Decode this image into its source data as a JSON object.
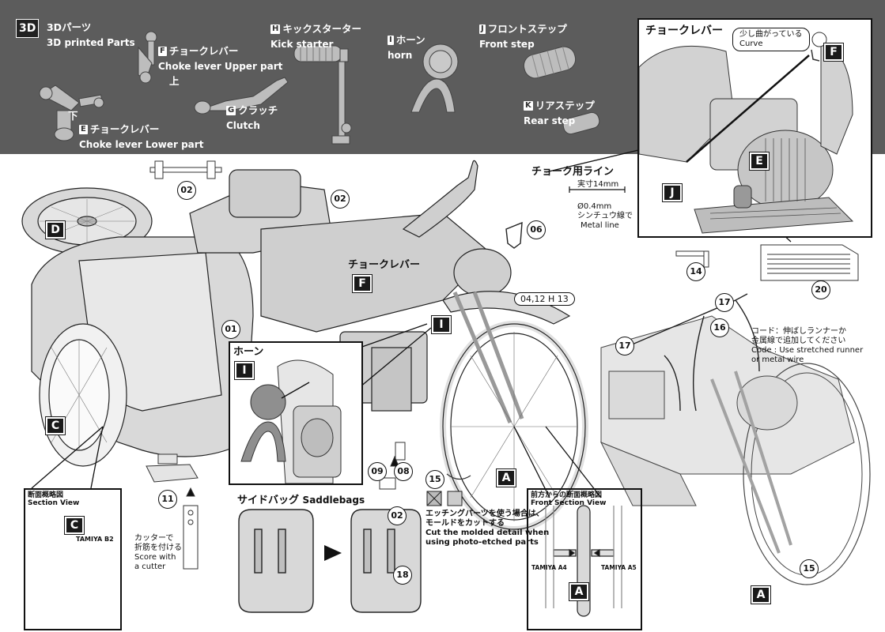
{
  "banner": {
    "printed_3d": {
      "badge": "3D",
      "jp": "3Dパーツ",
      "en": "3D printed Parts"
    },
    "part_F": {
      "letter": "F",
      "jp": "チョークレバー",
      "en": "Choke lever Upper part",
      "note": "上"
    },
    "part_E": {
      "letter": "E",
      "jp": "チョークレバー",
      "en": "Choke lever Lower part",
      "note": "下"
    },
    "part_G": {
      "letter": "G",
      "jp": "クラッチ",
      "en": "Clutch"
    },
    "part_H": {
      "letter": "H",
      "jp": "キックスターター",
      "en": "Kick starter"
    },
    "part_I": {
      "letter": "I",
      "jp": "ホーン",
      "en": "horn"
    },
    "part_J": {
      "letter": "J",
      "jp": "フロントステップ",
      "en": "Front step"
    },
    "part_K": {
      "letter": "K",
      "jp": "リアステップ",
      "en": "Rear step"
    }
  },
  "inset_choke": {
    "title": "チョークレバー",
    "bubble_jp": "少し曲がっている",
    "bubble_en": "Curve",
    "letters": [
      "F",
      "E",
      "J"
    ]
  },
  "choke_line": {
    "title": "チョーク用ライン",
    "length": "実寸14mm",
    "spec": "Ø0.4mm",
    "spec_jp": "シンチュウ線で",
    "spec_en": "Metal line"
  },
  "main_labels": {
    "choke_lever": "チョークレバー",
    "horn": "ホーン",
    "saddlebags_jp": "サイドバッグ",
    "saddlebags_en": "Saddlebags",
    "parts_ref": "04,12 H 13"
  },
  "part_numbers": [
    "02",
    "02",
    "06",
    "01",
    "14",
    "20",
    "17",
    "16",
    "17",
    "09",
    "08",
    "15",
    "11",
    "02",
    "18",
    "15"
  ],
  "callouts": {
    "D": "D",
    "C": "C",
    "F": "F",
    "I": "I",
    "A": "A",
    "C2": "C",
    "A2": "A",
    "A3": "A",
    "I2": "I"
  },
  "section_view": {
    "jp": "断面概略図",
    "en": "Section View",
    "ref": "TAMIYA B2"
  },
  "score_note": {
    "jp1": "カッターで",
    "jp2": "折筋を付ける",
    "en1": "Score with",
    "en2": "a cutter"
  },
  "front_section": {
    "jp": "前方からの断面概略図",
    "en": "Front Section View",
    "left": "TAMIYA A4",
    "right": "TAMIYA A5"
  },
  "etching_note": {
    "jp1": "エッチングパーツを使う場合は、",
    "jp2": "モールドをカットする",
    "en1": "Cut the molded detail when",
    "en2": "using photo-etched parts"
  },
  "cord_note": {
    "jp1": "コード：伸ばしランナーか",
    "jp2": "金属線で追加してください",
    "en1": "Code : Use stretched runner",
    "en2": "or metal wire"
  }
}
